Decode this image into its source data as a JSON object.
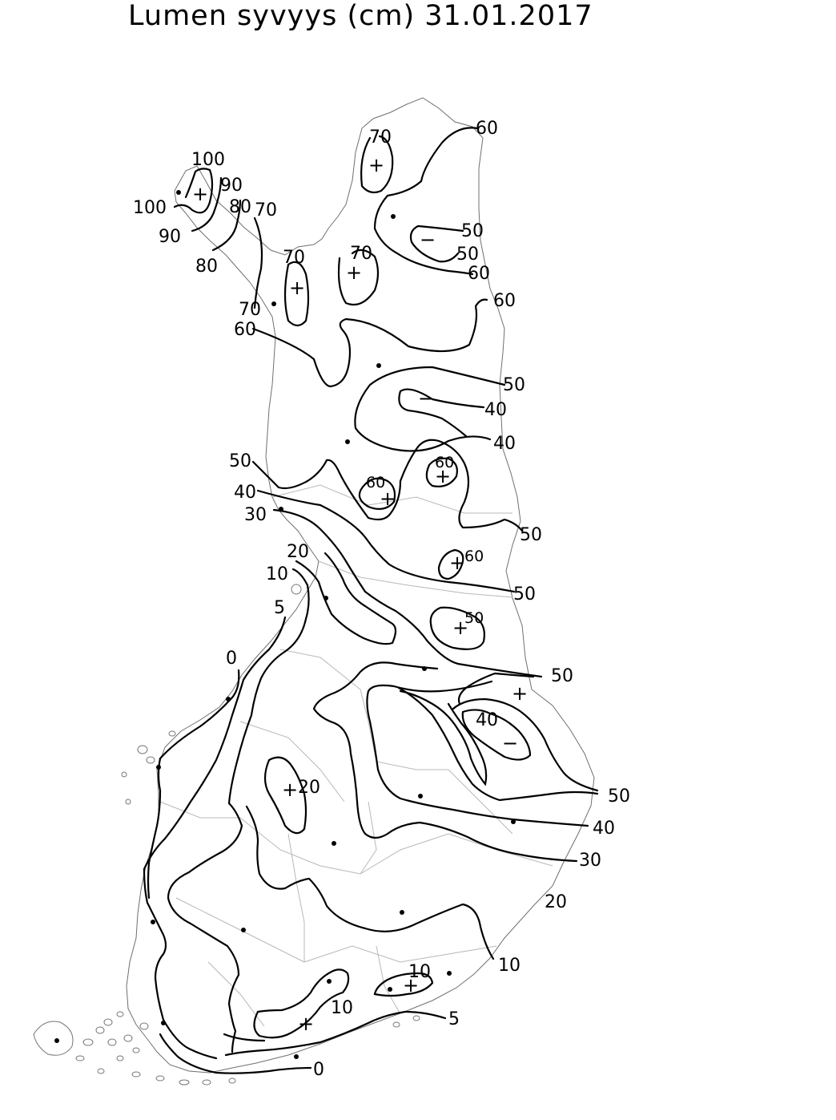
{
  "title": "Lumen syvyys (cm) 31.01.2017",
  "colors": {
    "ink": "#000000",
    "border": "#777777",
    "region": "#b8b8b8"
  },
  "contours": [
    {
      "id": "c100a",
      "label": "100"
    },
    {
      "id": "c100b",
      "label": "100"
    },
    {
      "id": "c90a",
      "label": "90"
    },
    {
      "id": "c90b",
      "label": "90"
    },
    {
      "id": "c80a",
      "label": "80"
    },
    {
      "id": "c80b",
      "label": "80"
    },
    {
      "id": "c70a",
      "label": "70"
    },
    {
      "id": "c70b",
      "label": "70"
    },
    {
      "id": "c70c",
      "label": "70"
    },
    {
      "id": "c70d",
      "label": "70"
    },
    {
      "id": "c70e",
      "label": "70"
    },
    {
      "id": "c60a",
      "label": "60"
    },
    {
      "id": "c60b",
      "label": "60"
    },
    {
      "id": "c60c",
      "label": "60"
    },
    {
      "id": "c60d",
      "label": "60"
    },
    {
      "id": "c60e",
      "label": "60"
    },
    {
      "id": "c60f",
      "label": "60"
    },
    {
      "id": "c60g",
      "label": "60"
    },
    {
      "id": "c50a",
      "label": "50"
    },
    {
      "id": "c50b",
      "label": "50"
    },
    {
      "id": "c50c",
      "label": "50"
    },
    {
      "id": "c50d",
      "label": "50"
    },
    {
      "id": "c50e",
      "label": "50"
    },
    {
      "id": "c50f",
      "label": "50"
    },
    {
      "id": "c50g",
      "label": "50"
    },
    {
      "id": "c50h",
      "label": "50"
    },
    {
      "id": "c50i",
      "label": "50"
    },
    {
      "id": "c40a",
      "label": "40"
    },
    {
      "id": "c40b",
      "label": "40"
    },
    {
      "id": "c40c",
      "label": "40"
    },
    {
      "id": "c40d",
      "label": "40"
    },
    {
      "id": "c40e",
      "label": "40"
    },
    {
      "id": "c30a",
      "label": "30"
    },
    {
      "id": "c30b",
      "label": "30"
    },
    {
      "id": "c20a",
      "label": "20"
    },
    {
      "id": "c20b",
      "label": "20"
    },
    {
      "id": "c20c",
      "label": "20"
    },
    {
      "id": "c10a",
      "label": "10"
    },
    {
      "id": "c10b",
      "label": "10"
    },
    {
      "id": "c10c",
      "label": "10"
    },
    {
      "id": "c10d",
      "label": "10"
    },
    {
      "id": "c5a",
      "label": "5"
    },
    {
      "id": "c5b",
      "label": "5"
    },
    {
      "id": "c0a",
      "label": "0"
    },
    {
      "id": "c0b",
      "label": "0"
    }
  ],
  "markers": {
    "max": "+",
    "min": "−"
  }
}
